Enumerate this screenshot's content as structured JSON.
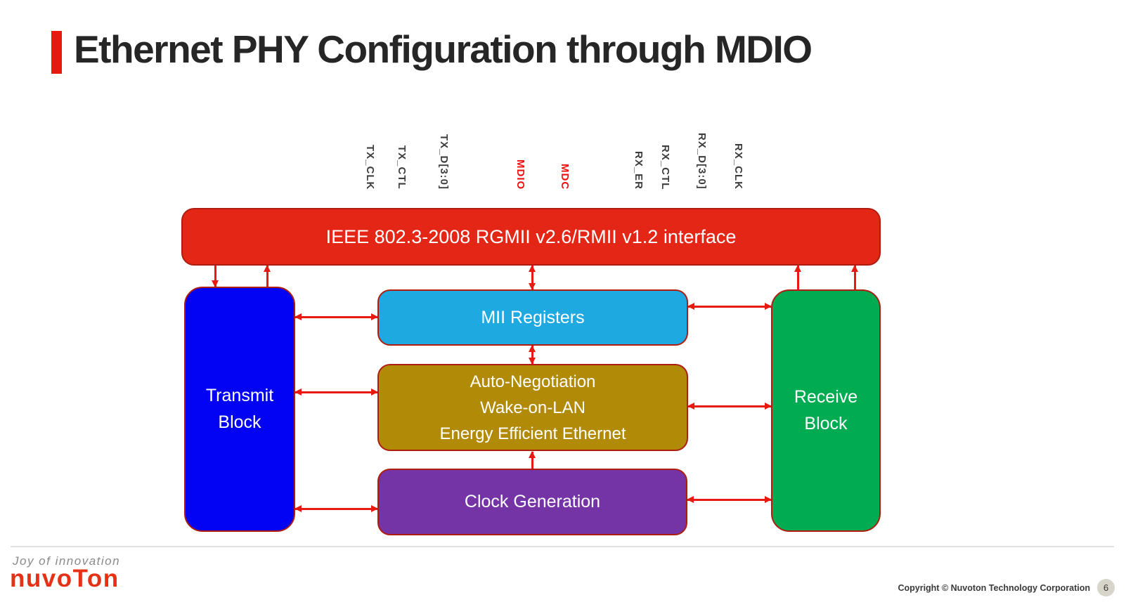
{
  "slide": {
    "title": "Ethernet PHY Configuration through MDIO"
  },
  "signals": {
    "items": [
      {
        "label": "TX_CLK",
        "emphasis": false
      },
      {
        "label": "TX_CTL",
        "emphasis": false
      },
      {
        "label": "TX_D[3:0]",
        "emphasis": false
      },
      {
        "label": "MDIO",
        "emphasis": true
      },
      {
        "label": "MDC",
        "emphasis": true
      },
      {
        "label": "RX_ER",
        "emphasis": false
      },
      {
        "label": "RX_CTL",
        "emphasis": false
      },
      {
        "label": "RX_D[3:0]",
        "emphasis": false
      },
      {
        "label": "RX_CLK",
        "emphasis": false
      }
    ]
  },
  "diagram": {
    "interface_bar": {
      "label": "IEEE 802.3-2008 RGMII v2.6/RMII v1.2 interface"
    },
    "blocks": {
      "transmit": {
        "label": "Transmit Block"
      },
      "mii_registers": {
        "label": "MII Registers"
      },
      "auto_negotiation": {
        "lines": [
          "Auto-Negotiation",
          "Wake-on-LAN",
          "Energy Efficient Ethernet"
        ]
      },
      "clock_generation": {
        "label": "Clock Generation"
      },
      "receive": {
        "label": "Receive Block"
      }
    }
  },
  "footer": {
    "tagline": "Joy of innovation",
    "brand": "nuvoTon",
    "copyright": "Copyright © Nuvoton Technology Corporation",
    "page_number": "6"
  },
  "colors": {
    "accent_red": "#e42616",
    "arrow_red": "#e8190f",
    "block_border": "#ae1d10",
    "transmit_blue": "#0202f5",
    "mii_cyan": "#1fa9e1",
    "auto_negotiation_gold": "#b18b08",
    "clock_purple": "#7434a6",
    "receive_green": "#00ab51",
    "signal_emphasis_red": "#f00f0f",
    "title_text": "#262626",
    "brand_red": "#e53217"
  }
}
